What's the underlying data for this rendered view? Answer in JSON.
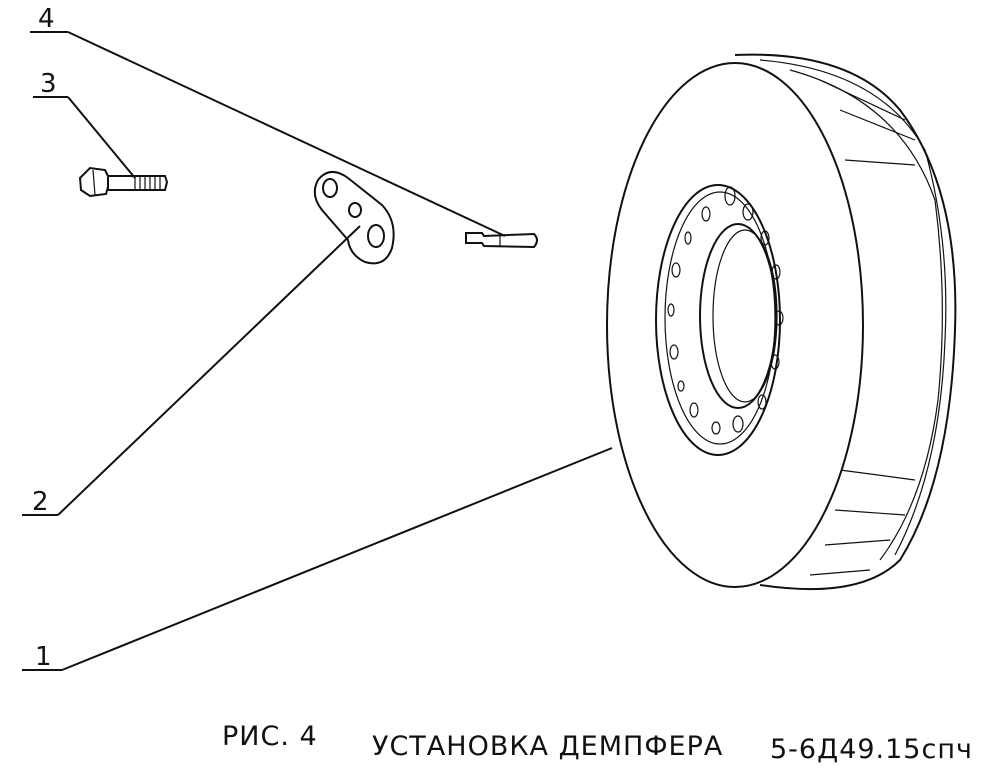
{
  "callouts": [
    {
      "id": "1",
      "label": "1"
    },
    {
      "id": "2",
      "label": "2"
    },
    {
      "id": "3",
      "label": "3"
    },
    {
      "id": "4",
      "label": "4"
    }
  ],
  "caption": {
    "figure_number": "РИС. 4",
    "title": "УСТАНОВКА  ДЕМПФЕРА",
    "code": "5-6Д49.15спч"
  },
  "parts": [
    "damper-wheel",
    "lock-plate",
    "hex-bolt",
    "pin"
  ]
}
